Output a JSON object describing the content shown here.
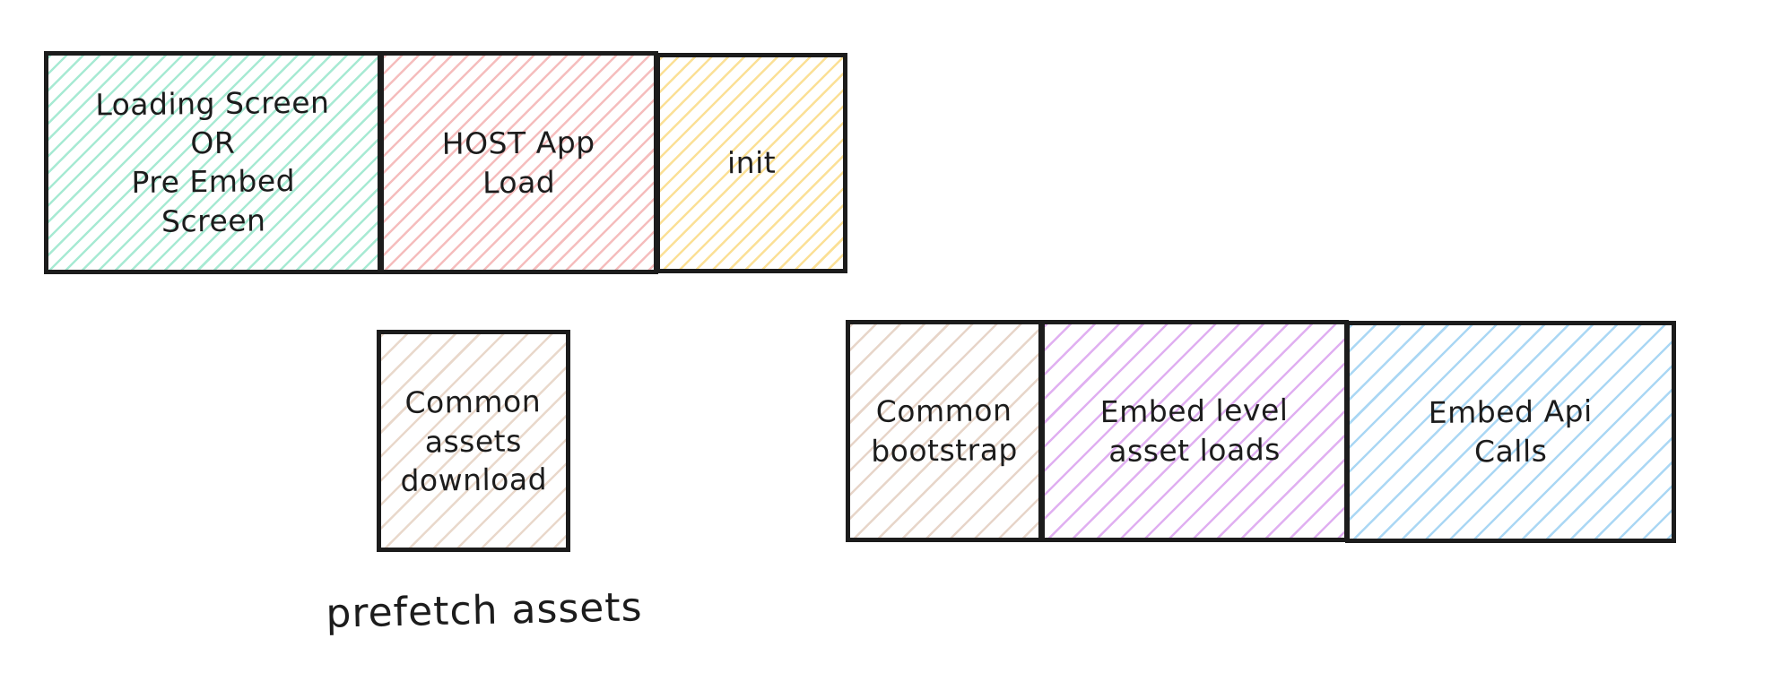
{
  "palette": {
    "ink": "#1c1c1c",
    "canvas_bg": "#ffffff"
  },
  "top_timeline": {
    "segments": [
      {
        "label": "Loading Screen\nOR\nPre Embed\nScreen",
        "hatch_color": "#a7ead3"
      },
      {
        "label": "HOST App\nLoad",
        "hatch_color": "#f5bdbd"
      },
      {
        "label": "init",
        "hatch_color": "#fbe096"
      }
    ]
  },
  "prefetch_group": {
    "box": {
      "label": "Common\nassets\ndownload",
      "hatch_color": "#e9d8cb"
    },
    "caption": "prefetch assets"
  },
  "bottom_timeline": {
    "segments": [
      {
        "label": "Common\nbootstrap",
        "hatch_color": "#e7d5c9"
      },
      {
        "label": "Embed level\nasset loads",
        "hatch_color": "#e0aff1"
      },
      {
        "label": "Embed Api\nCalls",
        "hatch_color": "#aad7f4"
      }
    ]
  }
}
